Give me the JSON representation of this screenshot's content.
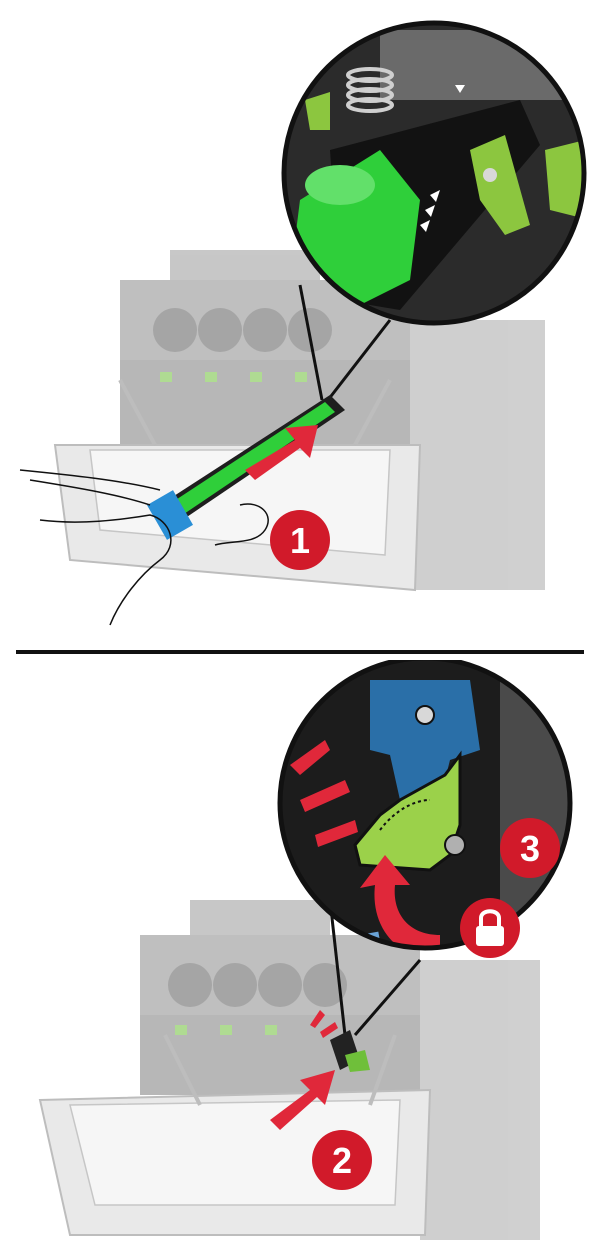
{
  "steps": [
    {
      "number": "1"
    },
    {
      "number": "2"
    },
    {
      "number": "3"
    }
  ],
  "icons": {
    "lock": "lock-icon",
    "arrow": "push-arrow-icon",
    "click": "click-burst-icon",
    "rotate": "rotate-arrow-icon"
  },
  "colors": {
    "step_badge": "#d11a2a",
    "arrow": "#e0283a",
    "photoconductor_green": "#2fcf3a",
    "lever_green": "#9bd14a",
    "latch_blue": "#2a6fa8",
    "printer_gray": "#b9b9b9"
  }
}
